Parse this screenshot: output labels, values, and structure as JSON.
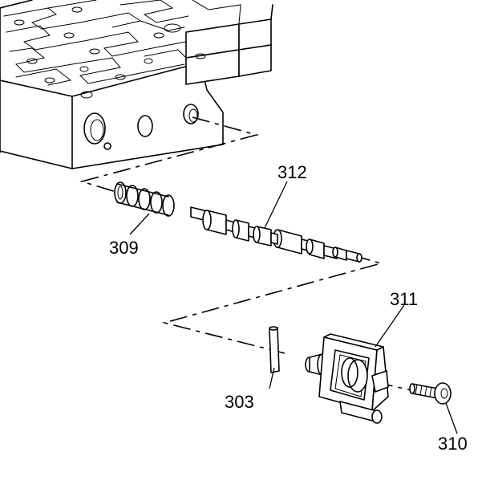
{
  "callouts": {
    "c303": "303",
    "c309": "309",
    "c310": "310",
    "c311": "311",
    "c312": "312"
  },
  "colors": {
    "line": "#000000",
    "background": "#ffffff"
  }
}
